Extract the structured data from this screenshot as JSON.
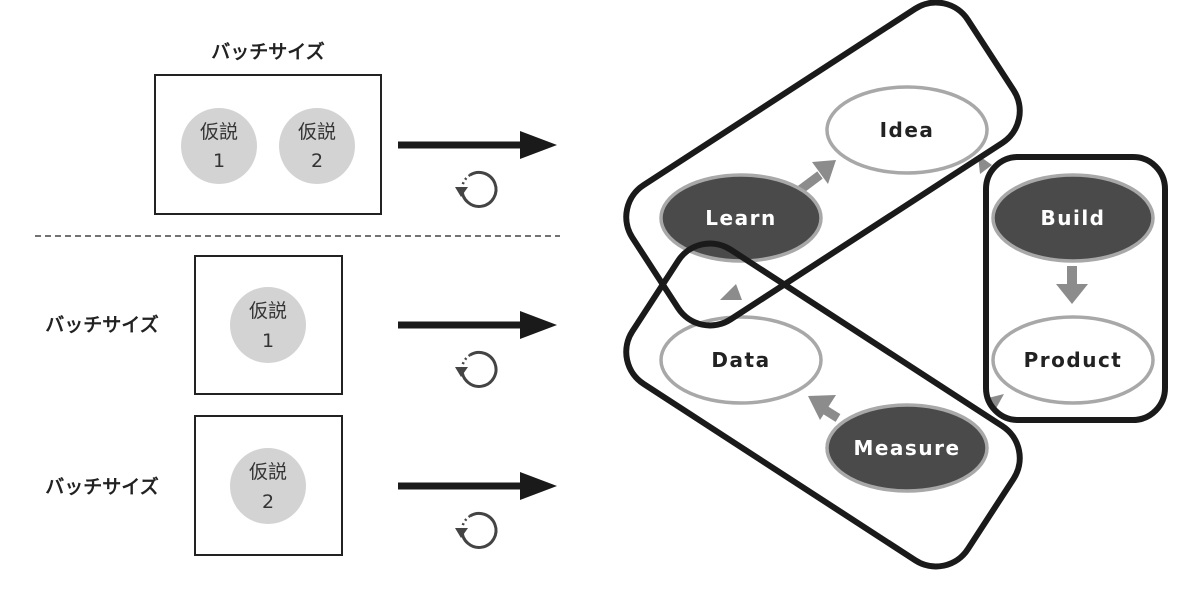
{
  "left": {
    "top_group": {
      "batch_label": "バッチサイズ",
      "hypotheses": [
        {
          "name": "仮説",
          "num": "1"
        },
        {
          "name": "仮説",
          "num": "2"
        }
      ]
    },
    "bottom_groups": [
      {
        "batch_label": "バッチサイズ",
        "hypothesis": {
          "name": "仮説",
          "num": "1"
        }
      },
      {
        "batch_label": "バッチサイズ",
        "hypothesis": {
          "name": "仮説",
          "num": "2"
        }
      }
    ]
  },
  "cycle": {
    "nodes": {
      "idea": "Idea",
      "build": "Build",
      "product": "Product",
      "measure": "Measure",
      "data": "Data",
      "learn": "Learn"
    },
    "colors": {
      "dark_fill": "#4a4a4a",
      "light_fill": "#ffffff",
      "ring": "#a8a8a8",
      "arrow": "#8c8c8c",
      "frame": "#1a1a1a",
      "hypothesis_circle": "#d3d3d3"
    }
  }
}
